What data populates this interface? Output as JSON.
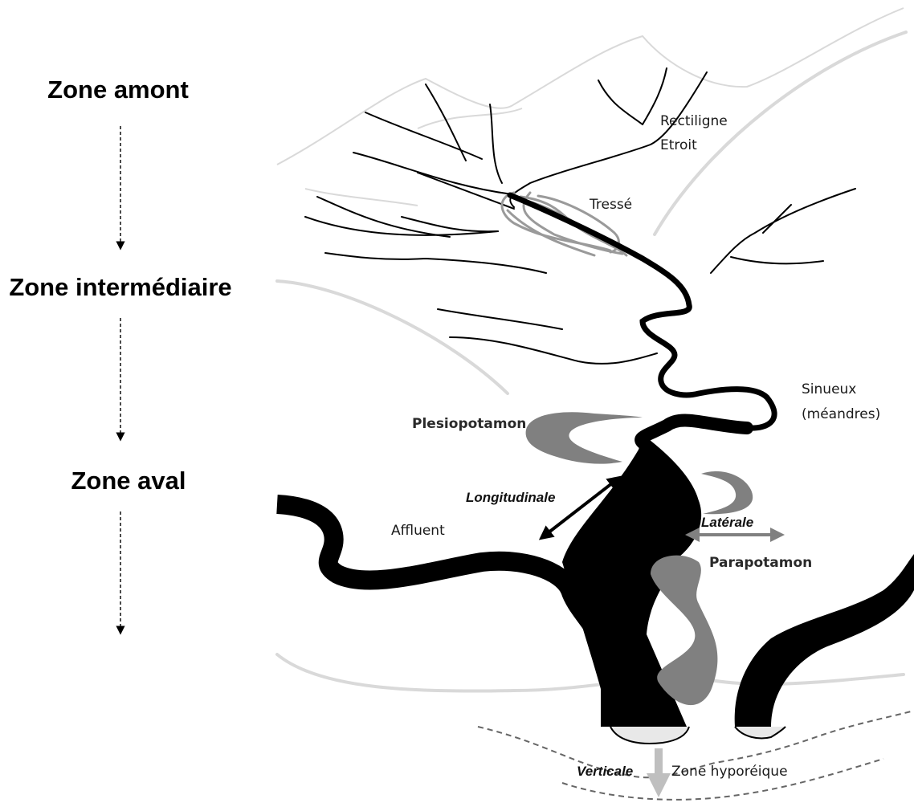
{
  "zones": {
    "upstream": "Zone amont",
    "intermediate": "Zone intermédiaire",
    "downstream": "Zone aval"
  },
  "channel_types": {
    "straight_line1": "Rectiligne",
    "straight_line2": "Etroit",
    "braided": "Tressé",
    "sinuous_line1": "Sinueux",
    "sinuous_line2": "(méandres)"
  },
  "features": {
    "plesiopotamon": "Plesiopotamon",
    "parapotamon": "Parapotamon",
    "tributary": "Affluent",
    "hyporheic": "Zone hyporéique"
  },
  "dimensions": {
    "longitudinal": "Longitudinale",
    "lateral": "Latérale",
    "vertical": "Verticale"
  },
  "colors": {
    "river": "#000000",
    "backwater": "#808080",
    "hills": "#d9d9d9",
    "arrow_lateral": "#808080",
    "arrow_vertical": "#bfbfbf"
  }
}
